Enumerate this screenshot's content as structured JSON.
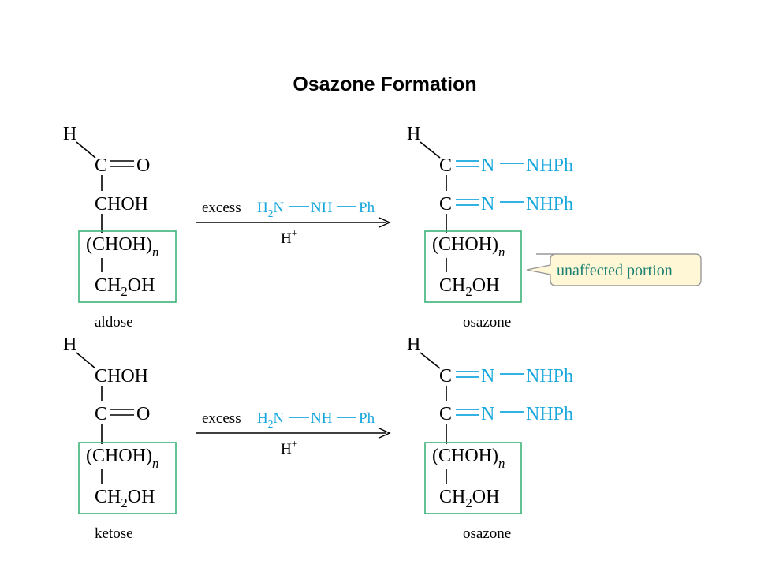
{
  "title": "Osazone Formation",
  "reagent": {
    "excess": "excess",
    "h2n_h": "H",
    "h2n_sub": "2",
    "h2n_n": "N",
    "nh": "NH",
    "ph": "Ph",
    "catalyst_h": "H",
    "catalyst_sup": "+"
  },
  "aldose": {
    "h": "H",
    "c1_c": "C",
    "c1_o": "O",
    "c2": "CHOH",
    "chain_core": "(CHOH)",
    "chain_n": "n",
    "end_ch": "CH",
    "end_sub": "2",
    "end_oh": "OH",
    "label": "aldose"
  },
  "ketose": {
    "h": "H",
    "c1": "CHOH",
    "c2_c": "C",
    "c2_o": "O",
    "chain_core": "(CHOH)",
    "chain_n": "n",
    "end_ch": "CH",
    "end_sub": "2",
    "end_oh": "OH",
    "label": "ketose"
  },
  "osazone_top": {
    "h": "H",
    "c1_c": "C",
    "c1_n": "N",
    "c1_nhph": "NHPh",
    "c2_c": "C",
    "c2_n": "N",
    "c2_nhph": "NHPh",
    "chain_core": "(CHOH)",
    "chain_n": "n",
    "end_ch": "CH",
    "end_sub": "2",
    "end_oh": "OH",
    "label": "osazone"
  },
  "osazone_bottom": {
    "h": "H",
    "c1_c": "C",
    "c1_n": "N",
    "c1_nhph": "NHPh",
    "c2_c": "C",
    "c2_n": "N",
    "c2_nhph": "NHPh",
    "chain_core": "(CHOH)",
    "chain_n": "n",
    "end_ch": "CH",
    "end_sub": "2",
    "end_oh": "OH",
    "label": "osazone"
  },
  "callout": "unaffected portion",
  "colors": {
    "reagent": "#17a7dd",
    "box": "#3bb27a",
    "callout_fill": "#fff7d6",
    "callout_text": "#1a7f72"
  }
}
